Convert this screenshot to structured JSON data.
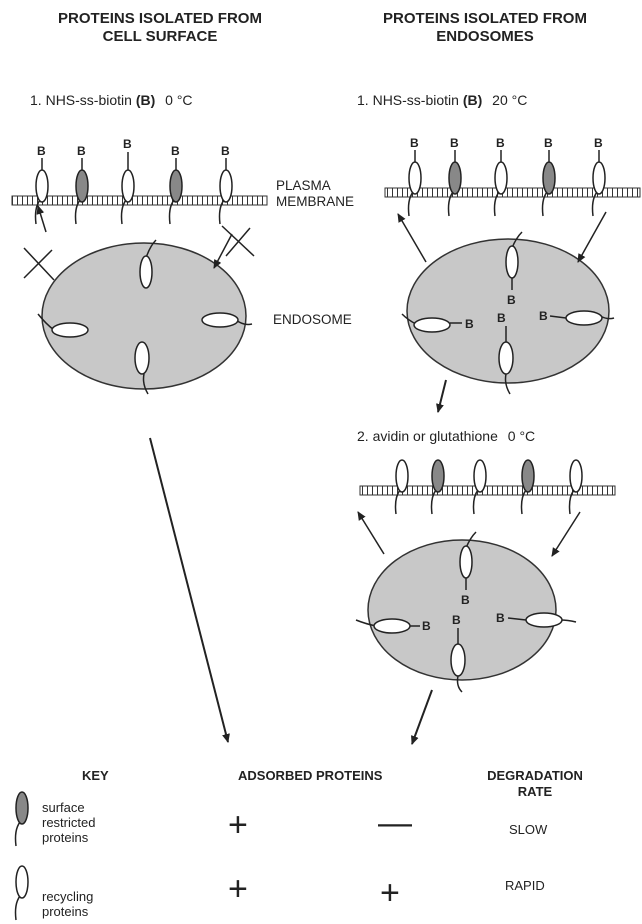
{
  "headers": {
    "left": [
      "PROTEINS ISOLATED FROM",
      "CELL SURFACE"
    ],
    "right": [
      "PROTEINS ISOLATED FROM",
      "ENDOSOMES"
    ]
  },
  "steps": {
    "left_1_num": "1.",
    "left_1_reagent": "NHS-ss-biotin",
    "left_1_b": "(B)",
    "left_1_temp": "0 °C",
    "right_1_num": "1.",
    "right_1_reagent": "NHS-ss-biotin",
    "right_1_b": "(B)",
    "right_1_temp": "20 °C",
    "right_2": "2. avidin or glutathione",
    "right_2_temp": "0 °C"
  },
  "labels": {
    "plasma": "PLASMA",
    "membrane": "MEMBRANE",
    "endosome": "ENDOSOME",
    "biotin": "B"
  },
  "key": {
    "title": "KEY",
    "col2": "ADSORBED PROTEINS",
    "col3_1": "DEGRADATION",
    "col3_2": "RATE",
    "row1": {
      "label": [
        "surface",
        "restricted",
        "proteins"
      ],
      "a": "+",
      "b": "—",
      "rate": "SLOW"
    },
    "row2": {
      "label": [
        "recycling",
        "proteins"
      ],
      "a": "+",
      "b": "+",
      "rate": "RAPID"
    }
  }
}
